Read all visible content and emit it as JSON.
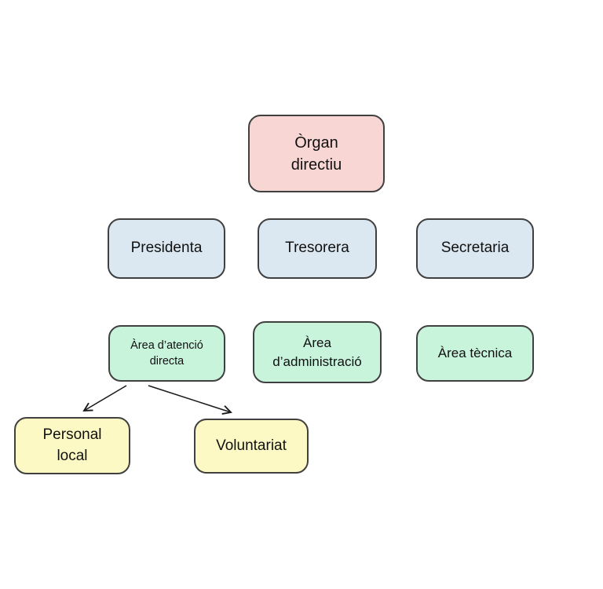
{
  "diagram": {
    "type": "org-chart",
    "colors": {
      "border": "#404040",
      "arrow": "#1a1a1a"
    },
    "nodes": {
      "organ": {
        "label": "Òrgan\ndirectiu",
        "fill": "#f8d6d4"
      },
      "presidenta": {
        "label": "Presidenta",
        "fill": "#dbe8f1"
      },
      "tresorera": {
        "label": "Tresorera",
        "fill": "#dbe8f1"
      },
      "secretaria": {
        "label": "Secretaria",
        "fill": "#dbe8f1"
      },
      "atencio": {
        "label": "Àrea d’atenció\ndirecta",
        "fill": "#c8f4dc"
      },
      "administracio": {
        "label": "Àrea\nd’administració",
        "fill": "#c8f4dc"
      },
      "tecnica": {
        "label": "Àrea tècnica",
        "fill": "#c8f4dc"
      },
      "personal": {
        "label": "Personal\nlocal",
        "fill": "#fcf9c4"
      },
      "voluntariat": {
        "label": "Voluntariat",
        "fill": "#fcf9c4"
      }
    },
    "edges": [
      {
        "from": "Àrea d’atenció directa",
        "to": "Personal local"
      },
      {
        "from": "Àrea d’atenció directa",
        "to": "Voluntariat"
      }
    ]
  }
}
